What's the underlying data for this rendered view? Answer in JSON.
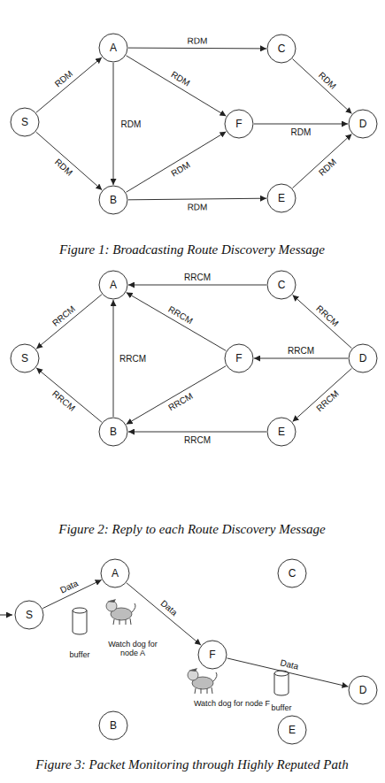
{
  "diagram": {
    "nodes": [
      {
        "text": [
          "A"
        ]
      },
      {
        "text": [
          "C"
        ]
      },
      {
        "text": [
          "S"
        ]
      },
      {
        "text": [
          "F"
        ]
      },
      {
        "text": [
          "D"
        ]
      },
      {
        "text": [
          "B"
        ]
      },
      {
        "text": [
          "E"
        ]
      },
      {
        "text": [
          "A"
        ]
      },
      {
        "text": [
          "C"
        ]
      },
      {
        "text": [
          "S"
        ]
      },
      {
        "text": [
          "F"
        ]
      },
      {
        "text": [
          "D"
        ]
      },
      {
        "text": [
          "B"
        ]
      },
      {
        "text": [
          "E"
        ]
      },
      {
        "text": [
          "A"
        ]
      },
      {
        "text": [
          "C"
        ]
      },
      {
        "text": [
          "S"
        ]
      },
      {
        "text": [
          "F"
        ]
      },
      {
        "text": [
          "D"
        ]
      },
      {
        "text": [
          "B"
        ]
      },
      {
        "text": [
          "E"
        ]
      }
    ],
    "edges": [
      {
        "from": 2,
        "to": 0,
        "arrow": "to",
        "label": "RDM"
      },
      {
        "from": 2,
        "to": 5,
        "arrow": "to",
        "label": "RDM"
      },
      {
        "from": 0,
        "to": 1,
        "arrow": "to",
        "label": "RDM"
      },
      {
        "from": 0,
        "to": 5,
        "arrow": "to",
        "label": "RDM"
      },
      {
        "from": 0,
        "to": 3,
        "arrow": "to",
        "label": "RDM"
      },
      {
        "from": 5,
        "to": 3,
        "arrow": "to",
        "label": "RDM"
      },
      {
        "from": 5,
        "to": 6,
        "arrow": "to",
        "label": "RDM"
      },
      {
        "from": 1,
        "to": 4,
        "arrow": "to",
        "label": "RDM"
      },
      {
        "from": 3,
        "to": 4,
        "arrow": "to",
        "label": "RDM"
      },
      {
        "from": 6,
        "to": 4,
        "arrow": "to",
        "label": "RDM"
      },
      {
        "from": 8,
        "to": 7,
        "arrow": "to",
        "label": "RRCM"
      },
      {
        "from": 11,
        "to": 8,
        "arrow": "to",
        "label": "RRCM"
      },
      {
        "from": 10,
        "to": 7,
        "arrow": "to",
        "label": "RRCM"
      },
      {
        "from": 10,
        "to": 12,
        "arrow": "to",
        "label": "RRCM"
      },
      {
        "from": 11,
        "to": 10,
        "arrow": "to",
        "label": "RRCM"
      },
      {
        "from": 11,
        "to": 13,
        "arrow": "to",
        "label": "RRCM"
      },
      {
        "from": 13,
        "to": 12,
        "arrow": "to",
        "label": "RRCM"
      },
      {
        "from": 12,
        "to": 7,
        "arrow": "to",
        "label": "RRCM"
      },
      {
        "from": 7,
        "to": 9,
        "arrow": "to",
        "label": "RRCM"
      },
      {
        "from": 12,
        "to": 9,
        "arrow": "to",
        "label": "RRCM"
      },
      {
        "from": 16,
        "to": 14,
        "arrow": "to",
        "label": "Data"
      },
      {
        "from": 14,
        "to": 17,
        "arrow": "to",
        "label": "Data"
      },
      {
        "from": 17,
        "to": 18,
        "arrow": "to",
        "label": "Data"
      }
    ],
    "labels": [
      "Figure 1: Broadcasting Route Discovery Message",
      "Figure 2: Reply to each Route Discovery Message",
      "buffer",
      "Watch dog for node A",
      "Watch dog for node F",
      "buffer",
      "Figure 3: Packet Monitoring through Highly Reputed Path"
    ]
  }
}
